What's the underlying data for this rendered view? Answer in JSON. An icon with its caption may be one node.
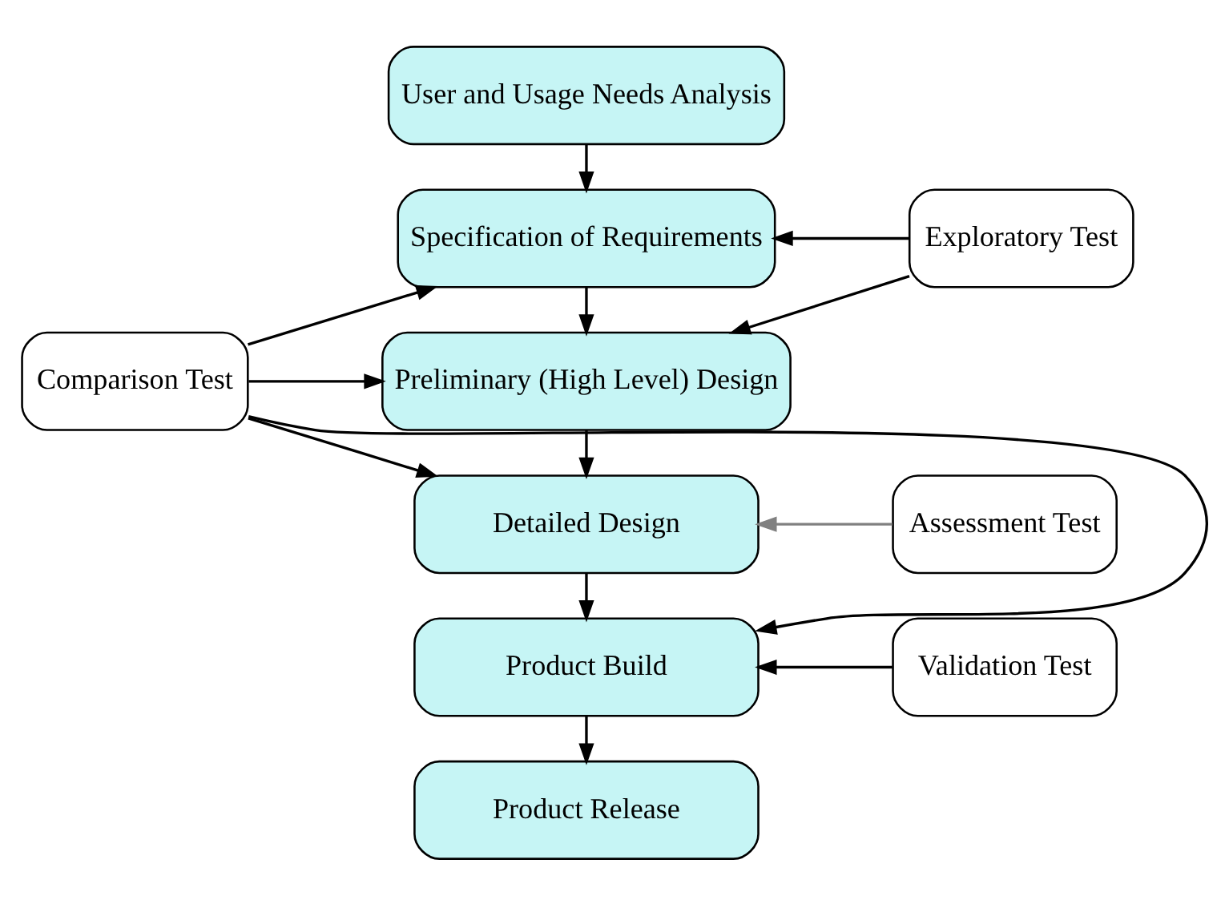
{
  "diagram": {
    "nodes": [
      {
        "text": [
          "User and Usage Needs Analysis"
        ]
      },
      {
        "text": [
          "Specification of Requirements"
        ]
      },
      {
        "text": [
          "Preliminary (High Level) Design"
        ]
      },
      {
        "text": [
          "Detailed Design"
        ]
      },
      {
        "text": [
          "Product Build"
        ]
      },
      {
        "text": [
          "Product Release"
        ]
      },
      {
        "text": [
          "Exploratory Test"
        ]
      },
      {
        "text": [
          "Comparison Test"
        ]
      },
      {
        "text": [
          "Assessment Test"
        ]
      },
      {
        "text": [
          "Validation Test"
        ]
      }
    ],
    "edges": [
      {
        "from": 0,
        "to": 1,
        "arrow": "to"
      },
      {
        "from": 1,
        "to": 2,
        "arrow": "to"
      },
      {
        "from": 2,
        "to": 3,
        "arrow": "to"
      },
      {
        "from": 3,
        "to": 4,
        "arrow": "to"
      },
      {
        "from": 4,
        "to": 5,
        "arrow": "to"
      },
      {
        "from": 6,
        "to": 1,
        "arrow": "to"
      },
      {
        "from": 6,
        "to": 2,
        "arrow": "to"
      },
      {
        "from": 7,
        "to": 1,
        "arrow": "to"
      },
      {
        "from": 7,
        "to": 2,
        "arrow": "to"
      },
      {
        "from": 7,
        "to": 3,
        "arrow": "to"
      },
      {
        "from": 7,
        "to": 4,
        "arrow": "to"
      },
      {
        "from": 8,
        "to": 3,
        "arrow": "to",
        "color": "#808080"
      },
      {
        "from": 9,
        "to": 4,
        "arrow": "to"
      }
    ]
  }
}
